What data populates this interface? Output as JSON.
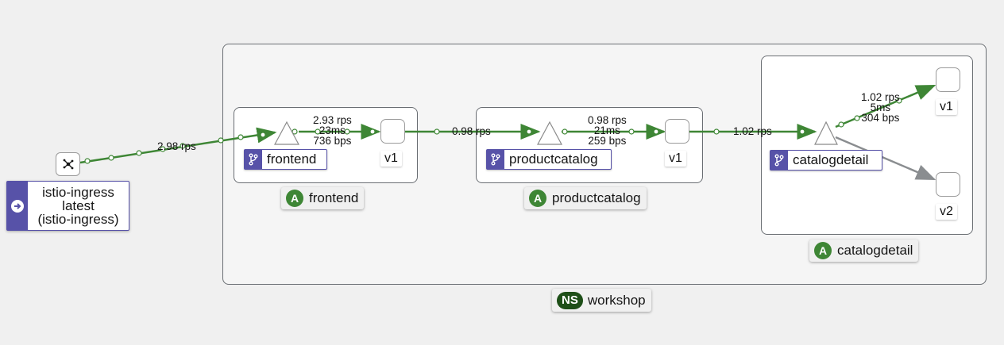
{
  "namespace": {
    "badge": "NS",
    "name": "workshop"
  },
  "apps": {
    "frontend": {
      "badge": "A",
      "name": "frontend",
      "service": "frontend",
      "versions": [
        "v1"
      ]
    },
    "productcatalog": {
      "badge": "A",
      "name": "productcatalog",
      "service": "productcatalog",
      "versions": [
        "v1"
      ]
    },
    "catalogdetail": {
      "badge": "A",
      "name": "catalogdetail",
      "service": "catalogdetail",
      "versions": [
        "v1",
        "v2"
      ]
    }
  },
  "ingress": {
    "line1": "istio-ingress",
    "line2": "latest",
    "line3": "(istio-ingress)"
  },
  "edges": {
    "ingress_to_frontend": "2.98 rps",
    "frontend_to_v1": {
      "rps": "2.93 rps",
      "latency": "23ms",
      "throughput": "736 bps"
    },
    "frontend_to_productcatalog": "0.98 rps",
    "productcatalog_to_v1": {
      "rps": "0.98 rps",
      "latency": "21ms",
      "throughput": "259 bps"
    },
    "productcatalog_to_catalogdetail": "1.02 rps",
    "catalogdetail_to_v1": {
      "rps": "1.02 rps",
      "latency": "5ms",
      "throughput": "304 bps"
    }
  },
  "colors": {
    "healthy_edge": "#3e8635",
    "idle_edge": "#8a8d90",
    "service_purple": "#5752a8",
    "app_badge": "#3e8635",
    "ns_badge": "#1e4f18"
  }
}
